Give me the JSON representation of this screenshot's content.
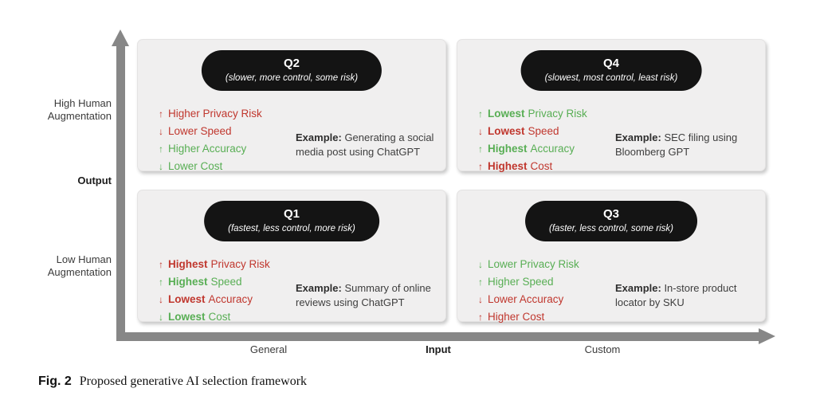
{
  "figure": {
    "caption_label": "Fig. 2",
    "caption_text": "Proposed generative AI selection framework"
  },
  "axes": {
    "y": {
      "title": "Output",
      "high_label_line1": "High Human",
      "high_label_line2": "Augmentation",
      "low_label_line1": "Low Human",
      "low_label_line2": "Augmentation"
    },
    "x": {
      "title": "Input",
      "left_label": "General",
      "right_label": "Custom"
    }
  },
  "colors": {
    "positive": "#58AE54",
    "negative": "#C0372E",
    "axis": "#878787",
    "badge-bg": "#141414",
    "badge-text": "#FFFFFF",
    "quadrant-bg": "#F0EFEF",
    "text": "#3B3B3B"
  },
  "quadrants": [
    {
      "title": "Q2",
      "subtitle": "(slower, more control, some risk)",
      "traits": [
        {
          "arrow": "↑",
          "bold": "",
          "text": "Higher Privacy Risk",
          "sentiment": "negative"
        },
        {
          "arrow": "↓",
          "bold": "",
          "text": "Lower Speed",
          "sentiment": "negative"
        },
        {
          "arrow": "↑",
          "bold": "",
          "text": "Higher Accuracy",
          "sentiment": "positive"
        },
        {
          "arrow": "↓",
          "bold": "",
          "text": "Lower Cost",
          "sentiment": "positive"
        }
      ],
      "example_label": "Example:",
      "example_text": "Generating a social media post using ChatGPT"
    },
    {
      "title": "Q4",
      "subtitle": "(slowest, most control, least risk)",
      "traits": [
        {
          "arrow": "↑",
          "bold": "Lowest",
          "text": "Privacy Risk",
          "sentiment": "positive"
        },
        {
          "arrow": "↓",
          "bold": "Lowest",
          "text": "Speed",
          "sentiment": "negative"
        },
        {
          "arrow": "↑",
          "bold": "Highest",
          "text": "Accuracy",
          "sentiment": "positive"
        },
        {
          "arrow": "↑",
          "bold": "Highest",
          "text": "Cost",
          "sentiment": "negative"
        }
      ],
      "example_label": "Example:",
      "example_text": "SEC filing using Bloomberg GPT"
    },
    {
      "title": "Q1",
      "subtitle": "(fastest, less control, more risk)",
      "traits": [
        {
          "arrow": "↑",
          "bold": "Highest",
          "text": "Privacy Risk",
          "sentiment": "negative"
        },
        {
          "arrow": "↑",
          "bold": "Highest",
          "text": "Speed",
          "sentiment": "positive"
        },
        {
          "arrow": "↓",
          "bold": "Lowest",
          "text": "Accuracy",
          "sentiment": "negative"
        },
        {
          "arrow": "↓",
          "bold": "Lowest",
          "text": "Cost",
          "sentiment": "positive"
        }
      ],
      "example_label": "Example:",
      "example_text": "Summary of online reviews using ChatGPT"
    },
    {
      "title": "Q3",
      "subtitle": "(faster, less control, some risk)",
      "traits": [
        {
          "arrow": "↓",
          "bold": "",
          "text": "Lower Privacy Risk",
          "sentiment": "positive"
        },
        {
          "arrow": "↑",
          "bold": "",
          "text": "Higher Speed",
          "sentiment": "positive"
        },
        {
          "arrow": "↓",
          "bold": "",
          "text": "Lower Accuracy",
          "sentiment": "negative"
        },
        {
          "arrow": "↑",
          "bold": "",
          "text": "Higher Cost",
          "sentiment": "negative"
        }
      ],
      "example_label": "Example:",
      "example_text": "In-store product locator by SKU"
    }
  ]
}
